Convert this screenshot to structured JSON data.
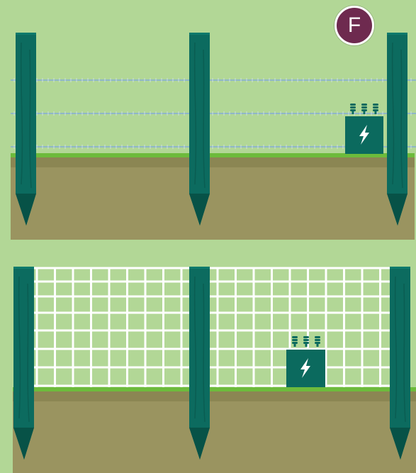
{
  "badge": {
    "label": "F"
  },
  "colors": {
    "background": "#b2d796",
    "ground": "#9a9460",
    "ground_dark": "#7f7a4b",
    "grass": "#6dbb3c",
    "post": "#0c6b5f",
    "post_dark": "#075247",
    "wire": "#8fb7c6",
    "mesh": "#ffffff",
    "energizer": "#0b6a5e",
    "badge": "#6e2a4f"
  },
  "panels": [
    {
      "name": "wire-fence",
      "fence_type": "strand-wire",
      "strand_count": 3,
      "post_count": 3,
      "has_energizer": true,
      "energizer_icon": "lightning-bolt-icon"
    },
    {
      "name": "mesh-fence",
      "fence_type": "mesh-netting",
      "post_count": 3,
      "has_energizer": true,
      "energizer_icon": "lightning-bolt-icon"
    }
  ]
}
